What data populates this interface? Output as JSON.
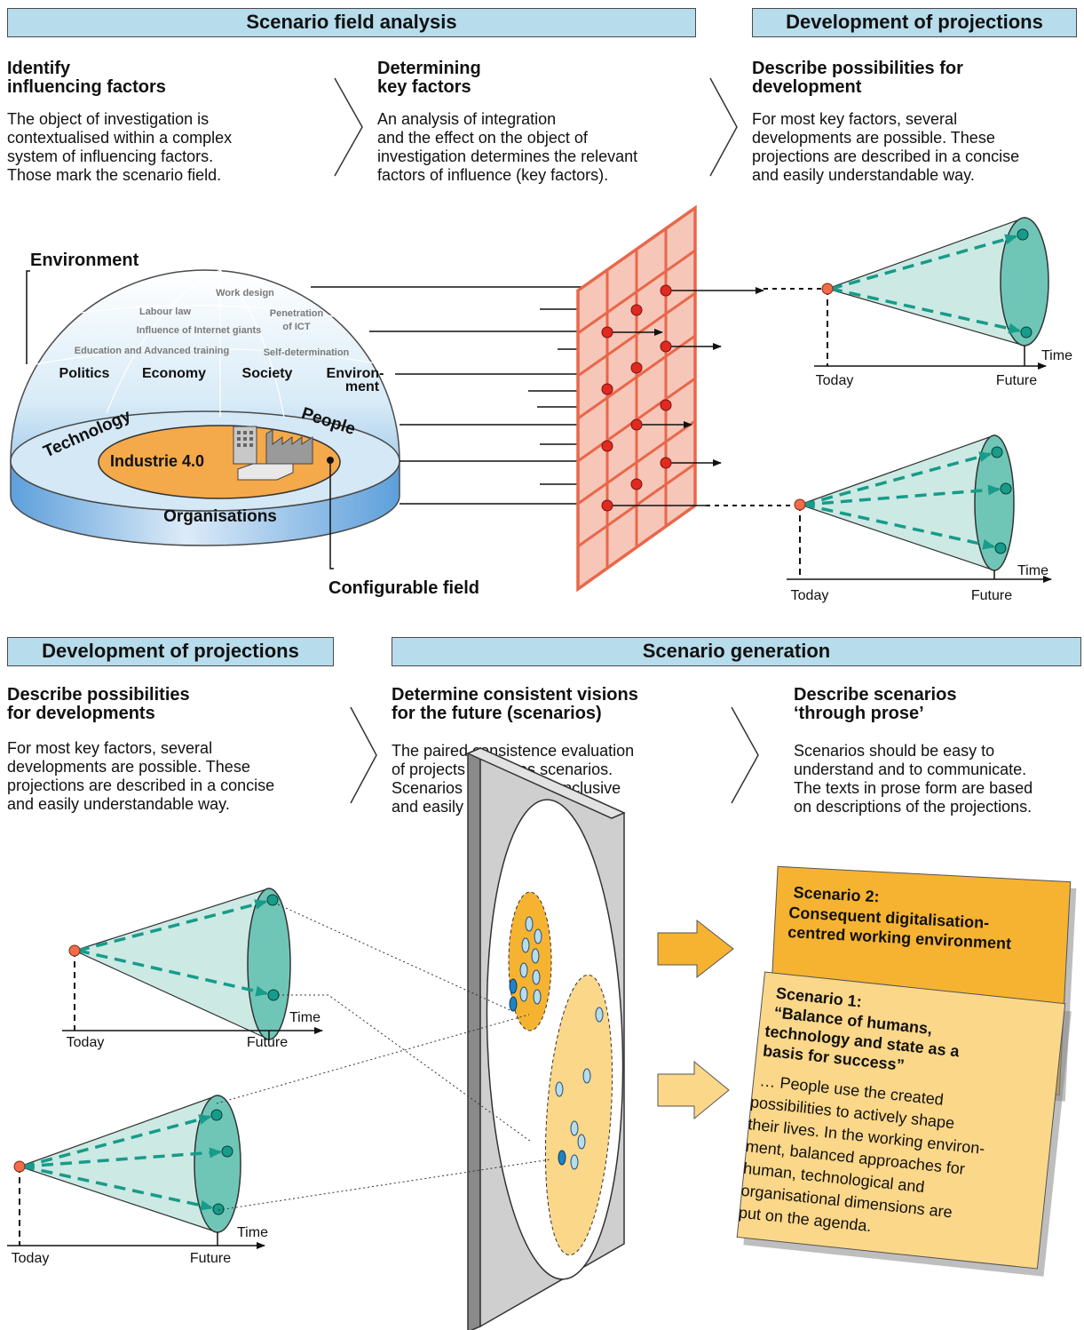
{
  "bars": {
    "scenario_field_analysis": "Scenario field analysis",
    "development_projections_top": "Development of projections",
    "development_projections_bottom": "Development of projections",
    "scenario_generation": "Scenario generation"
  },
  "steps": [
    {
      "title_l1": "Identify",
      "title_l2": "influencing factors",
      "text": [
        "The object of investigation is",
        "contextualised within a complex",
        "system of influencing factors.",
        "Those mark the scenario field."
      ]
    },
    {
      "title_l1": "Determining",
      "title_l2": "key factors",
      "text": [
        "An analysis of integration",
        "and the effect on the object of",
        "investigation determines the relevant",
        "factors of influence (key factors)."
      ]
    },
    {
      "title_l1": "Describe possibilities for",
      "title_l2": "development",
      "text": [
        "For most key factors, several",
        "developments are possible. These",
        "projections are described in a concise",
        "and easily understandable way."
      ]
    },
    {
      "title_l1": "Describe possibilities",
      "title_l2": "for developments",
      "text": [
        "For most key factors, several",
        "developments are possible. These",
        "projections are described in a concise",
        "and easily understandable way."
      ]
    },
    {
      "title_l1": "Determine consistent visions",
      "title_l2": "for the future (scenarios)",
      "text": [
        "The paired consistence evaluation",
        "of projects produces scenarios.",
        "Scenarios have to be conclusive",
        "and easily understandable."
      ]
    },
    {
      "title_l1": "Describe scenarios",
      "title_l2": "‘through prose’",
      "text": [
        "Scenarios should be easy to",
        "understand and to communicate.",
        "The texts in prose form are based",
        "on descriptions of the projections."
      ]
    }
  ],
  "dome": {
    "environment_label": "Environment",
    "configurable_field_label": "Configurable field",
    "center_label": "Industrie 4.0",
    "ring_labels": {
      "technology": "Technology",
      "people": "People",
      "organisations": "Organisations"
    },
    "sectors": {
      "politics": "Politics",
      "economy": "Economy",
      "society": "Society",
      "environment_l1": "Environ-",
      "environment_l2": "ment"
    },
    "factors": {
      "work_design": "Work design",
      "labour_law": "Labour law",
      "penetration_l1": "Penetration",
      "penetration_l2": "of ICT",
      "internet_giants": "Influence of Internet giants",
      "education": "Education and Advanced training",
      "self_determination": "Self-determination"
    }
  },
  "axes": {
    "time": "Time",
    "today": "Today",
    "future": "Future"
  },
  "scenarios": {
    "s2_l1": "Scenario 2:",
    "s2_l2": "Consequent digitalisation-",
    "s2_l3": "centred working environment",
    "s1_l1": "Scenario 1:",
    "s1_l2": "“Balance of humans,",
    "s1_l3": "technology and state as a",
    "s1_l4": "basis for success”",
    "s1_body": [
      "… People use the created",
      "possibilities to actively shape",
      "their lives. In the working environ-",
      "ment, balanced approaches for",
      "human, technological and",
      "organisational dimensions are",
      "put on the agenda."
    ]
  },
  "colors": {
    "bar_fill": "#b7dceb",
    "grid_fill": "#f6c6b8",
    "grid_line": "#e8674a",
    "red_dot": "#e02a20",
    "cone_fill": "#cde9e3",
    "cone_rim": "#6fc6b6",
    "teal_arrow": "#179b8a",
    "orange_center": "#f4a94a",
    "scenario2_fill": "#f6b331",
    "scenario1_fill": "#fbd789"
  }
}
